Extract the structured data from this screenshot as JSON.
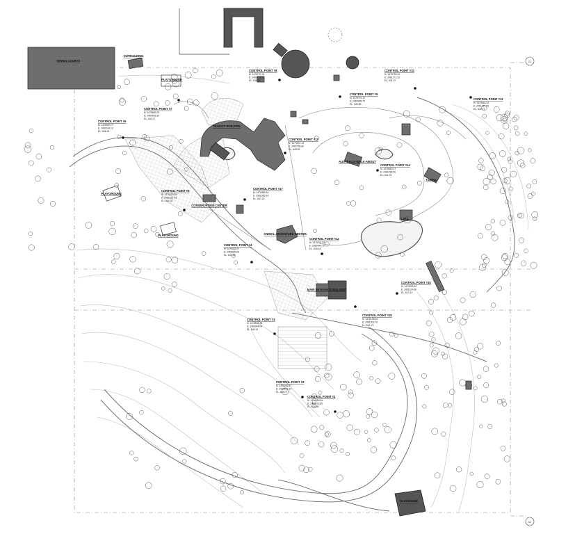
{
  "sheet_markers": {
    "top_right": "C1",
    "bottom_right": "C2"
  },
  "facilities": [
    {
      "id": "tennis",
      "label": "TENNIS COURTS"
    },
    {
      "id": "outbuilding",
      "label": "OUTBUILDING"
    },
    {
      "id": "playground_nw",
      "label": "PLAYGROUND"
    },
    {
      "id": "playground_w",
      "label": "PLAYGROUND"
    },
    {
      "id": "playground_sw",
      "label": "PLAYGROUND"
    },
    {
      "id": "tropics",
      "label": "TROPICS BUILDING"
    },
    {
      "id": "conservation",
      "label": "CONSERVATION CENTER"
    },
    {
      "id": "animal_adventure",
      "label": "ANIMAL ADVENTURE CENTER"
    },
    {
      "id": "main_entrance",
      "label": "MAIN ENTRANCE BUILDING"
    },
    {
      "id": "australia",
      "label": "AUSTRALIA WALK-ABOUT"
    },
    {
      "id": "tigers",
      "label": "TIGERS"
    },
    {
      "id": "cats",
      "label": "CATS"
    },
    {
      "id": "playhouse",
      "label": "PLAYHOUSE"
    }
  ],
  "control_points": [
    {
      "id": "cp1",
      "label": "CONTROL POINT #1",
      "n": "N: 1474918.69",
      "e": "E: 2460173.89",
      "el": "EL: 626.65"
    },
    {
      "id": "cp2",
      "label": "CONTROL POINT #2",
      "n": "N: 1475036.27",
      "e": "E: 2460102.34",
      "el": "EL: 639.07"
    },
    {
      "id": "cp3",
      "label": "CONTROL POINT #3",
      "n": "N: 1475185.98",
      "e": "E: 2460044.04",
      "el": "EL: 640.11"
    },
    {
      "id": "cp4",
      "label": "CONTROL POINT #4",
      "n": "N: 1475332.07",
      "e": "E: 2459809.03",
      "el": "EL: 641.39"
    },
    {
      "id": "cp5",
      "label": "CONTROL POINT #5",
      "n": "N: 1475429.64",
      "e": "E: 2460312.93",
      "el": "EL: 644.15"
    },
    {
      "id": "cp6",
      "label": "CONTROL POINT #6",
      "n": "N: 1475600.07",
      "e": "E: 2461184.10",
      "el": "EL: 646.15"
    },
    {
      "id": "cp7",
      "label": "CONTROL POINT #7",
      "n": "N: 1475683.33",
      "e": "E: 2460461.50",
      "el": "EL: 644.07"
    },
    {
      "id": "cp8",
      "label": "CONTROL POINT #8",
      "n": "N: 1475797.03",
      "e": "E: 2460728.01",
      "el": "EL: 645.32"
    },
    {
      "id": "cp9",
      "label": "CONTROL POINT #9",
      "n": "N: 1475701.12",
      "e": "E: 2460999.79",
      "el": "EL: 640.55"
    },
    {
      "id": "cp10",
      "label": "CONTROL POINT #10",
      "n": "N: 1475793.01",
      "e": "E: 2461171.23",
      "el": "EL: 631.07"
    },
    {
      "id": "cp11",
      "label": "CONTROL POINT #11",
      "n": "N: 1475663.42",
      "e": "E: 2461321.99",
      "el": "EL: 633.71"
    },
    {
      "id": "cp12",
      "label": "CONTROL POINT #12",
      "n": "N: 1475241.93",
      "e": "E: 2460940.12",
      "el": "EL: 639.44"
    },
    {
      "id": "cp13",
      "label": "CONTROL POINT #13",
      "n": "N: 1475547.43",
      "e": "E: 2460758.60",
      "el": "EL: 649.59"
    },
    {
      "id": "cp14",
      "label": "CONTROL POINT #14",
      "n": "N: 1475515.37",
      "e": "E: 2461035.96",
      "el": "EL: 641.94"
    },
    {
      "id": "cp15",
      "label": "CONTROL POINT #15",
      "n": "N: 1475235.52",
      "e": "E: 2461104.88",
      "el": "EL: 613.12"
    },
    {
      "id": "cp16",
      "label": "CONTROL POINT #16",
      "n": "N: 1475135.64",
      "e": "E: 2461009.76",
      "el": "EL: 641.73"
    },
    {
      "id": "cp17",
      "label": "CONTROL POINT #17",
      "n": "N: 1475480.64",
      "e": "E: 2461055.94",
      "el": "EL: 647.23"
    }
  ]
}
